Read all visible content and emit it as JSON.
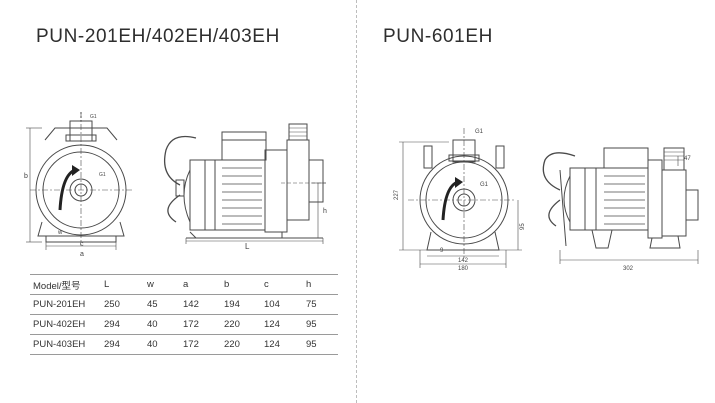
{
  "left_panel": {
    "title": "PUN-201EH/402EH/403EH",
    "front_view": {
      "dim_a": "a",
      "dim_b": "b",
      "dim_c": "c",
      "dim_w": "w",
      "outlet": "G1",
      "inlet": "G1"
    },
    "side_view": {
      "dim_L": "L",
      "dim_h": "h"
    },
    "table": {
      "headers": [
        "Model/型号",
        "L",
        "w",
        "a",
        "b",
        "c",
        "h"
      ],
      "rows": [
        [
          "PUN-201EH",
          "250",
          "45",
          "142",
          "194",
          "104",
          "75"
        ],
        [
          "PUN-402EH",
          "294",
          "40",
          "172",
          "220",
          "124",
          "95"
        ],
        [
          "PUN-403EH",
          "294",
          "40",
          "172",
          "220",
          "124",
          "95"
        ]
      ]
    }
  },
  "right_panel": {
    "title": "PUN-601EH",
    "front_view": {
      "outlet": "G1",
      "inlet": "G1",
      "height": "227",
      "centre_height": "95",
      "foot_spacing": "142",
      "base_width": "180",
      "hole": "9"
    },
    "side_view": {
      "length": "302",
      "outlet_offset": "47"
    }
  }
}
